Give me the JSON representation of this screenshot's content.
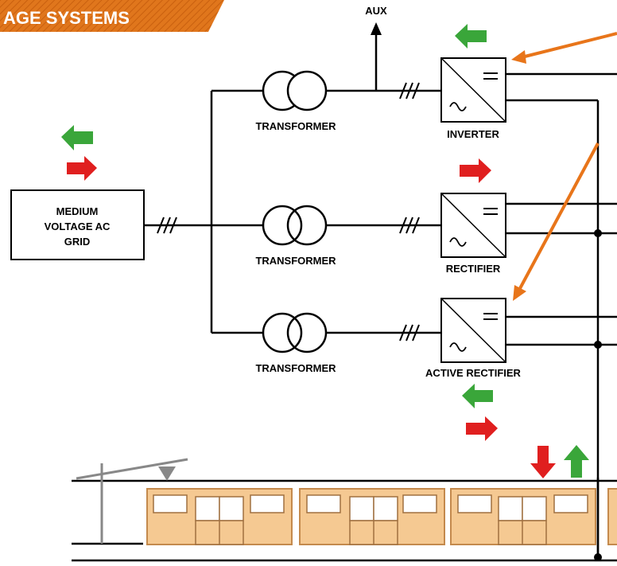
{
  "banner": {
    "text": "AGE SYSTEMS"
  },
  "labels": {
    "aux": "AUX",
    "grid_line1": "MEDIUM",
    "grid_line2": "VOLTAGE AC",
    "grid_line3": "GRID",
    "transformer": "TRANSFORMER",
    "inverter": "INVERTER",
    "rectifier": "RECTIFIER",
    "active_rectifier": "ACTIVE RECTIFIER"
  },
  "colors": {
    "banner": "#e0761c",
    "orange_arrow": "#e8751a",
    "green_arrow": "#3aa63a",
    "red_arrow": "#e01f1f",
    "train_body": "#f5c992",
    "train_border": "#c48a4d",
    "pantograph": "#888888"
  },
  "icons": [
    "left-arrow-icon",
    "right-arrow-icon",
    "down-arrow-icon",
    "up-arrow-icon",
    "transformer-icon",
    "converter-icon",
    "pantograph-icon"
  ]
}
